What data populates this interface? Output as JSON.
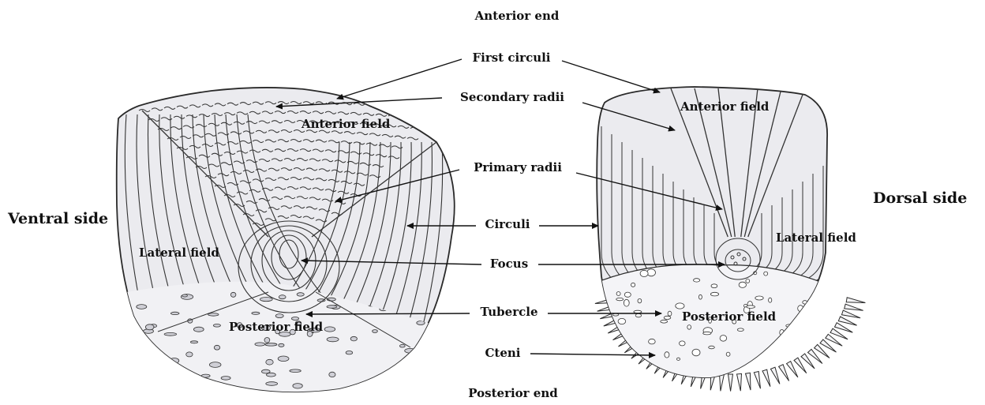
{
  "labels": {
    "anterior_end": "Anterior end",
    "posterior_end": "Posterior end",
    "ventral_side": "Ventral side",
    "dorsal_side": "Dorsal side",
    "first_circuli": "First circuli",
    "secondary_radii": "Secondary radii",
    "primary_radii": "Primary radii",
    "circuli": "Circuli",
    "focus": "Focus",
    "tubercle": "Tubercle",
    "cteni": "Cteni"
  },
  "ventral_fields": {
    "anterior": "Anterior field",
    "lateral": "Lateral field",
    "posterior": "Posterior field"
  },
  "dorsal_fields": {
    "anterior": "Anterior field",
    "lateral": "Lateral field",
    "posterior": "Posterior field"
  },
  "colors": {
    "scale_fill": "#ebebef",
    "posterior_fill": "#f4f4f7",
    "line": "#2a2a2a",
    "text": "#111111"
  }
}
